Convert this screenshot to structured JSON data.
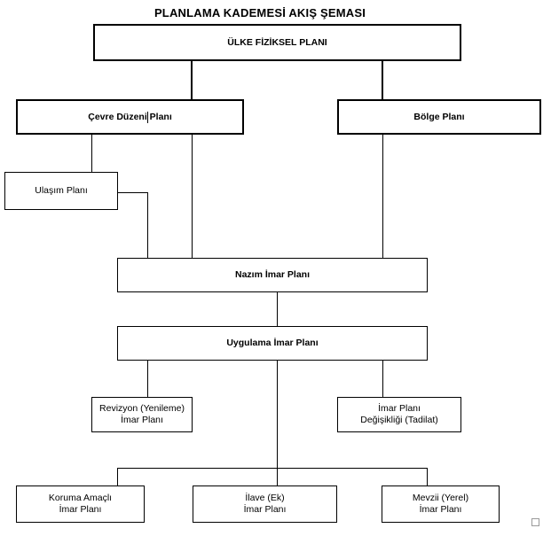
{
  "diagram": {
    "title": "PLANLAMA KADEMESİ AKIŞ ŞEMASI",
    "colors": {
      "line": "#000000",
      "text": "#000000",
      "background": "#ffffff",
      "anchor_marker": "#9a9a9a"
    },
    "nodes": {
      "ulke": {
        "label": "ÜLKE FİZİKSEL PLANI"
      },
      "cevre": {
        "label": "Çevre Düzeni Planı"
      },
      "bolge": {
        "label": "Bölge Planı"
      },
      "ulasim": {
        "label": "Ulaşım Planı"
      },
      "nazim": {
        "label": "Nazım İmar Planı"
      },
      "uygulama": {
        "label": "Uygulama İmar Planı"
      },
      "revizyon": {
        "line1": "Revizyon (Yenileme)",
        "line2": "İmar Planı"
      },
      "degisiklik": {
        "line1": "İmar Planı",
        "line2": "Değişikliği (Tadilat)"
      },
      "koruma": {
        "line1": "Koruma Amaçlı",
        "line2": "İmar Planı"
      },
      "ilave": {
        "line1": "İlave (Ek)",
        "line2": "İmar Planı"
      },
      "mevzii": {
        "line1": "Mevzii (Yerel)",
        "line2": "İmar Planı"
      }
    }
  }
}
